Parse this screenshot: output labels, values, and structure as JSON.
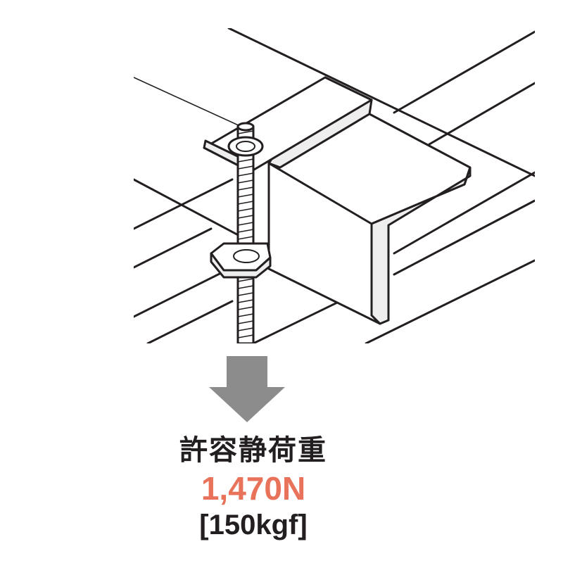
{
  "figure": {
    "label_title": "許容静荷重",
    "load_value": "1,470N",
    "load_kgf": "[150kgf]",
    "colors": {
      "line": "#231f20",
      "arrow": "#8c8c8c",
      "value": "#e8735a",
      "fill": "#ffffff"
    },
    "icons": {
      "load_arrow": "down-arrow-icon"
    }
  }
}
